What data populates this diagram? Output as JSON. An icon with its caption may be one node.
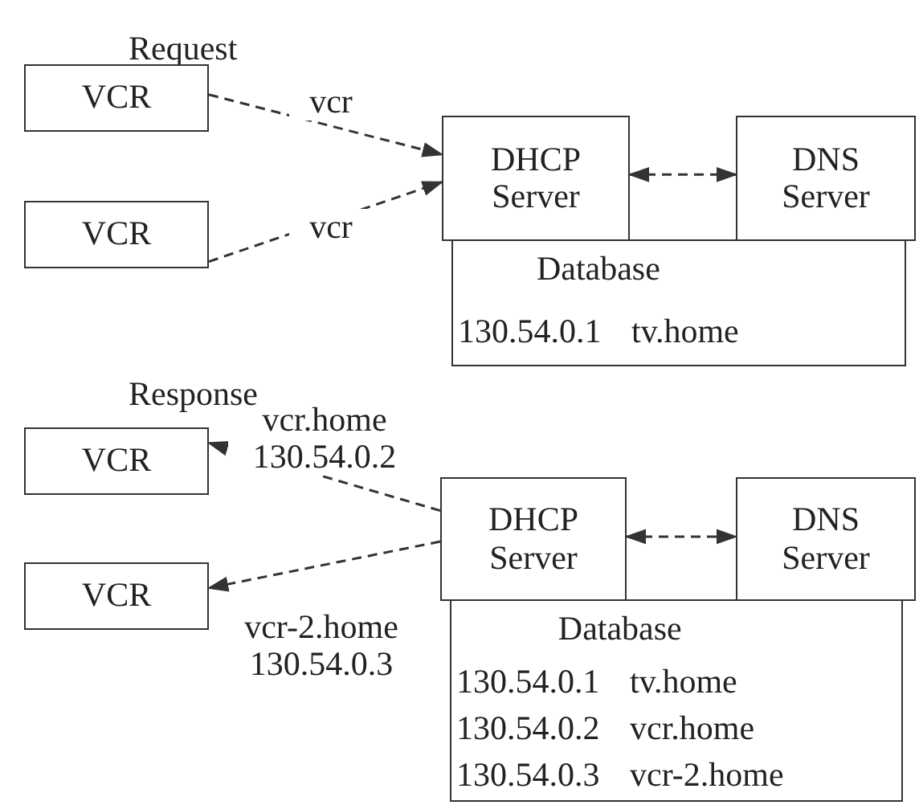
{
  "diagram": {
    "nodes": [
      {
        "text": [
          "VCR"
        ]
      },
      {
        "text": [
          "VCR"
        ]
      },
      {
        "text": [
          "DHCP Server"
        ]
      },
      {
        "text": [
          "DNS Server"
        ]
      },
      {
        "text": [
          "Database",
          "130.54.0.1",
          "tv.home"
        ]
      },
      {
        "text": [
          "VCR"
        ]
      },
      {
        "text": [
          "VCR"
        ]
      },
      {
        "text": [
          "DHCP Server"
        ]
      },
      {
        "text": [
          "DNS Server"
        ]
      },
      {
        "text": [
          "Database",
          "130.54.0.1",
          "tv.home",
          "130.54.0.2",
          "vcr.home",
          "130.54.0.3",
          "vcr-2.home"
        ]
      }
    ],
    "edges": [
      {
        "from": 0,
        "to": 2,
        "arrow": "to",
        "label": "vcr",
        "style": "dashed"
      },
      {
        "from": 1,
        "to": 2,
        "arrow": "to",
        "label": "vcr",
        "style": "dashed"
      },
      {
        "from": 2,
        "to": 3,
        "arrow": "both",
        "style": "dashed"
      },
      {
        "from": 7,
        "to": 5,
        "arrow": "to",
        "label": "vcr.home 130.54.0.2",
        "style": "dashed"
      },
      {
        "from": 7,
        "to": 6,
        "arrow": "to",
        "label": "vcr-2.home 130.54.0.3",
        "style": "dashed"
      },
      {
        "from": 7,
        "to": 8,
        "arrow": "both",
        "style": "dashed"
      }
    ],
    "labels": [
      "Request",
      "Response"
    ]
  }
}
